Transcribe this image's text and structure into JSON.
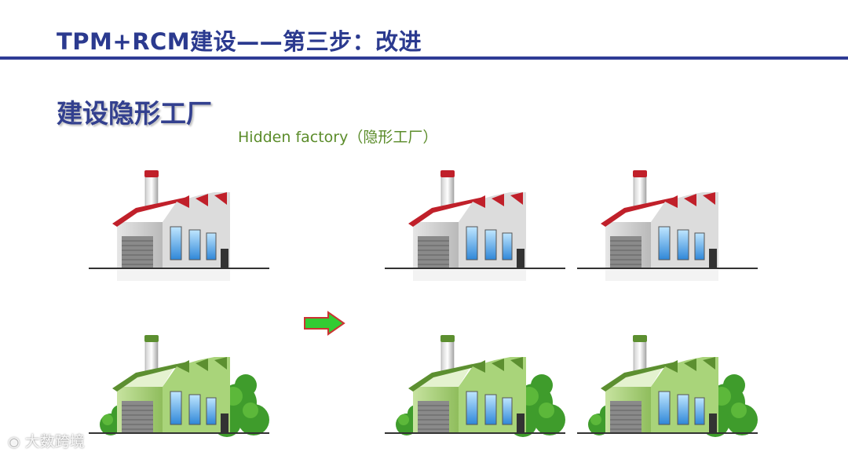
{
  "header": {
    "title": "TPM+RCM建设——第三步：改进"
  },
  "section": {
    "heading": "建设隐形工厂",
    "subtitle": "Hidden factory（隐形工厂）"
  },
  "watermark": {
    "label": "大数跨境"
  },
  "colors": {
    "title": "#2b3a8f",
    "rule": "#2f3b95",
    "subtitle": "#5b8c2a",
    "arrow_fill": "#33cc33",
    "arrow_stroke": "#cc3333",
    "roof_red": "#c0202a",
    "roof_green": "#5c8f30"
  }
}
